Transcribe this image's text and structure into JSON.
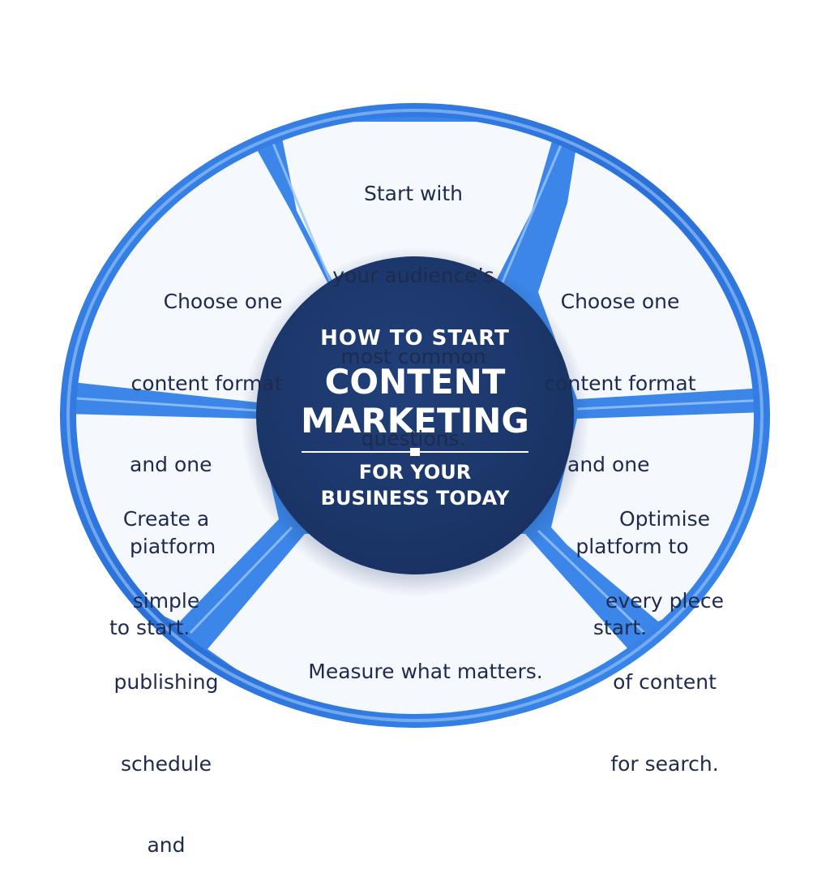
{
  "center": {
    "heading": "HOW TO START",
    "title_line1": "CONTENT",
    "title_line2": "MARKETING",
    "sub_line1": "FOR YOUR",
    "sub_line2": "BUSINESS TODAY"
  },
  "segments": {
    "top": [
      "Start with",
      "your audience’s",
      "most common",
      "questions."
    ],
    "upper_right": [
      "Choose one",
      "content format",
      "and one",
      "platform to",
      "start."
    ],
    "lower_right": [
      "Optimise",
      "every plece",
      "of content",
      "for search."
    ],
    "bottom": [
      "Measure what matters."
    ],
    "lower_left": [
      "Create a",
      "simple",
      "publishing",
      "schedule",
      "and"
    ],
    "upper_left": [
      "Choose one",
      "content format",
      "and one",
      "piatform",
      "to start."
    ]
  },
  "colors": {
    "ring_blue": "#2f7be4",
    "ring_light": "#8fbff5",
    "center_navy": "#1d3567",
    "segment_fill": "#f5f8fd",
    "text_dark": "#1f2b4d"
  }
}
